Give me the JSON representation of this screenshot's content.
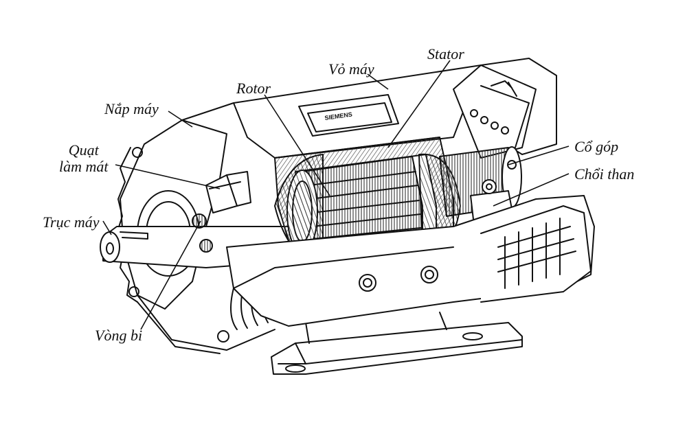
{
  "labels": {
    "vo_may": "Vỏ máy",
    "stator": "Stator",
    "rotor": "Rotor",
    "nap_may": "Nắp máy",
    "quat_line1": "Quạt",
    "quat_line2": "làm mát",
    "truc_may": "Trục máy",
    "co_gop": "Cổ góp",
    "choi_than": "Chổi than",
    "vong_bi": "Vòng bi"
  },
  "nameplate": "SIEMENS",
  "colors": {
    "ink": "#111111",
    "paper": "#ffffff",
    "hatch": "#555555"
  }
}
